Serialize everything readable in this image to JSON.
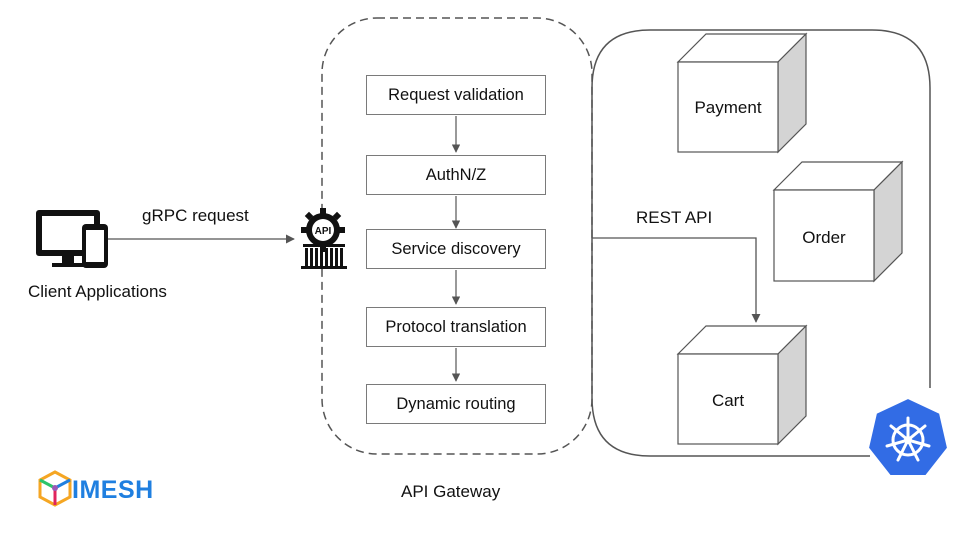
{
  "client": {
    "label": "Client Applications"
  },
  "edges": {
    "grpc": "gRPC request",
    "rest": "REST API"
  },
  "gateway": {
    "label": "API Gateway",
    "icon_text": "API",
    "steps": [
      "Request validation",
      "AuthN/Z",
      "Service discovery",
      "Protocol translation",
      "Dynamic routing"
    ]
  },
  "services": {
    "payment": "Payment",
    "order": "Order",
    "cart": "Cart"
  },
  "brand": {
    "name": "IMESH"
  },
  "colors": {
    "kubernetes": "#326ce5",
    "brand": "#1f7fe0",
    "cube_side": "#d4d4d4",
    "line": "#555555"
  },
  "icons": [
    "desktop-icon",
    "phone-icon",
    "api-gateway-icon",
    "kubernetes-icon",
    "imesh-logo-icon"
  ]
}
